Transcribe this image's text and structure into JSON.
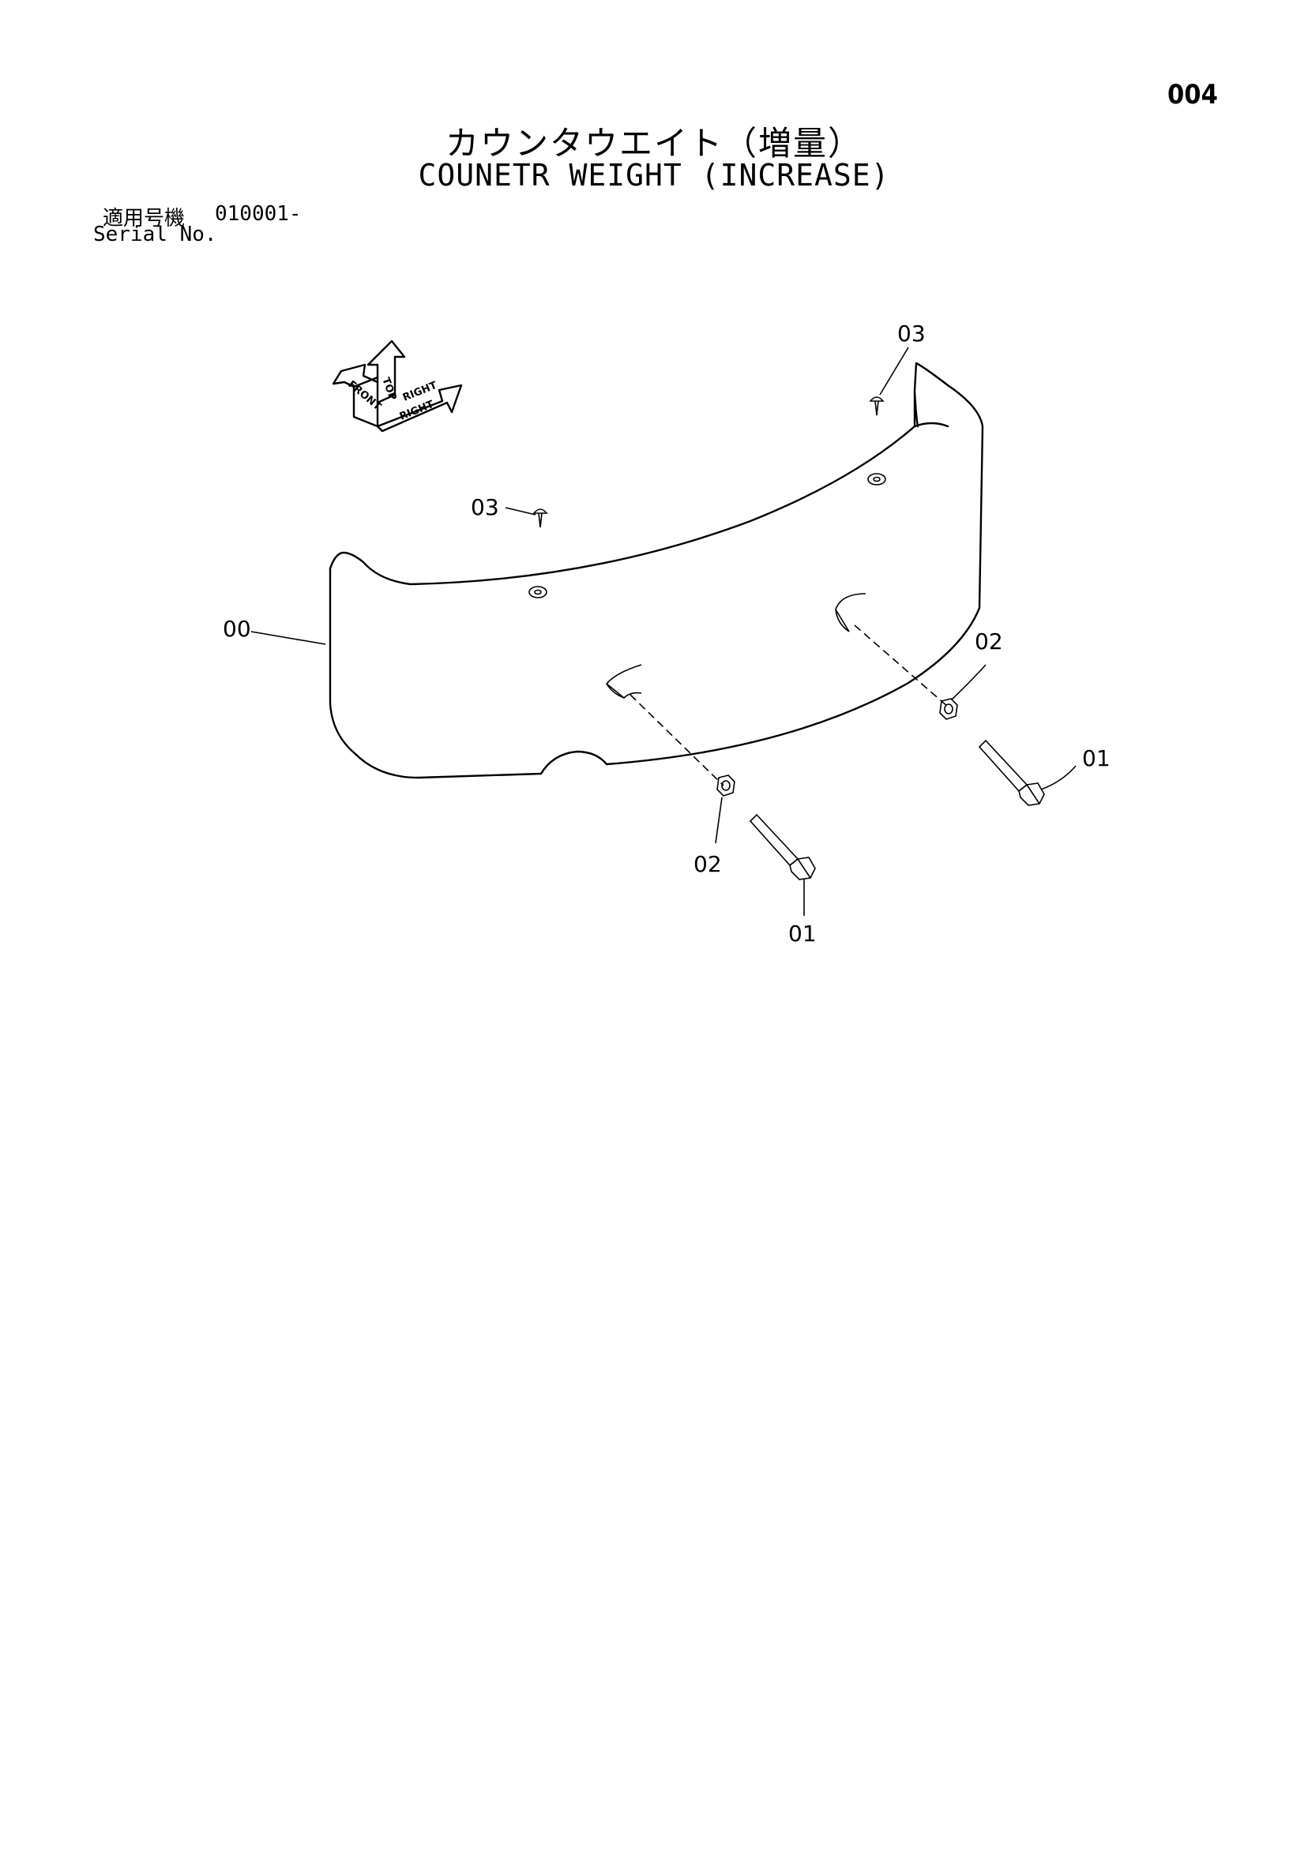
{
  "page_number": "004",
  "title_japanese": "カウンタウエイト（増量）",
  "title_english": "COUNETR WEIGHT (INCREASE)",
  "serial": {
    "label_japanese": "適用号機",
    "label_english": "Serial No.",
    "range": "010001-"
  },
  "orientation_marker": {
    "labels": [
      "TOP",
      "FRONT",
      "RIGHT",
      "RIGHT"
    ]
  },
  "callouts": [
    {
      "id": "callout-00",
      "label": "00"
    },
    {
      "id": "callout-01-upper",
      "label": "01"
    },
    {
      "id": "callout-01-lower",
      "label": "01"
    },
    {
      "id": "callout-02-upper",
      "label": "02"
    },
    {
      "id": "callout-02-lower",
      "label": "02"
    },
    {
      "id": "callout-03-top",
      "label": "03"
    },
    {
      "id": "callout-03-mid",
      "label": "03"
    }
  ]
}
